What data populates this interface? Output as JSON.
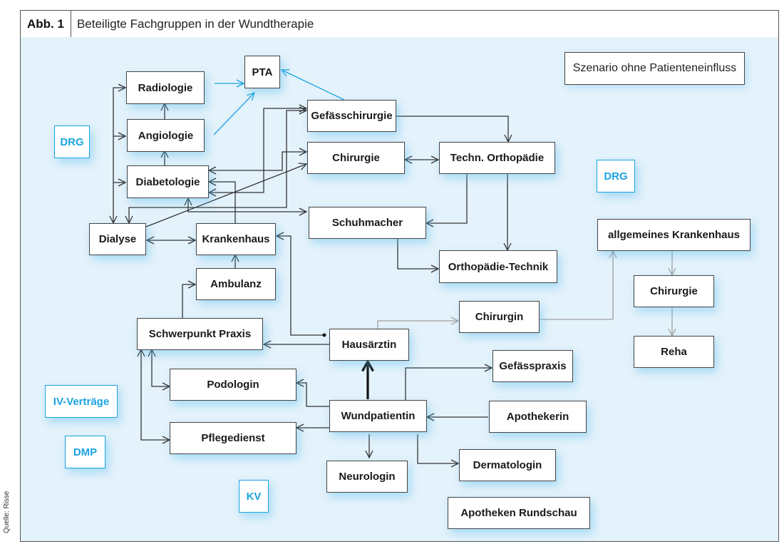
{
  "figure": {
    "label": "Abb. 1",
    "title": "Beteiligte Fachgruppen in der Wundtherapie",
    "source": "Quelle: Risse",
    "scenario_label": "Szenario ohne Patienteneinfluss"
  },
  "colors": {
    "background": "#e4f2fb",
    "box_border": "#444444",
    "accent_blue": "#1aa3e0",
    "gray_connector": "#a0a0a0",
    "text": "#1a1a1a"
  },
  "nodes": {
    "pta": "PTA",
    "radiologie": "Radiologie",
    "angiologie": "Angiologie",
    "diabetologie": "Diabetologie",
    "dialyse": "Dialyse",
    "krankenhaus": "Krankenhaus",
    "ambulanz": "Ambulanz",
    "schwerpunkt_praxis": "Schwerpunkt Praxis",
    "gefaesschirurgie": "Gefässchirurgie",
    "chirurgie": "Chirurgie",
    "techn_orthopaedie": "Techn. Orthopädie",
    "schuhmacher": "Schuhmacher",
    "orthopaedie_technik": "Orthopädie-Technik",
    "allgemeines_krankenhaus": "allgemeines Krankenhaus",
    "chirurgie_2": "Chirurgie",
    "reha": "Reha",
    "chirurgin": "Chirurgin",
    "hausaerztin": "Hausärztin",
    "gefaesspraxis": "Gefässpraxis",
    "podologin": "Podologin",
    "wundpatientin": "Wundpatientin",
    "apothekerin": "Apothekerin",
    "pflegedienst": "Pflegedienst",
    "neurologin": "Neurologin",
    "dermatologin": "Dermatologin",
    "apotheken_rundschau": "Apotheken Rundschau"
  },
  "tags": {
    "drg_left": "DRG",
    "drg_right": "DRG",
    "iv_vertraege": "IV-Verträge",
    "dmp": "DMP",
    "kv": "KV"
  },
  "edges": [
    {
      "from": "Radiologie",
      "to": "PTA",
      "style": "blue"
    },
    {
      "from": "Angiologie",
      "to": "PTA",
      "style": "blue"
    },
    {
      "from": "Gefässchirurgie",
      "to": "PTA",
      "style": "blue"
    },
    {
      "from": "Angiologie",
      "to": "Radiologie",
      "style": "black"
    },
    {
      "from": "Diabetologie",
      "to": "Angiologie",
      "style": "black"
    },
    {
      "from": "Dialyse",
      "to": "Radiologie",
      "style": "black"
    },
    {
      "from": "Dialyse",
      "to": "Angiologie",
      "style": "black"
    },
    {
      "from": "Dialyse",
      "to": "Diabetologie",
      "style": "black"
    },
    {
      "from": "Dialyse",
      "to": "Krankenhaus",
      "style": "black",
      "bidirectional": true
    },
    {
      "from": "Dialyse",
      "to": "Chirurgie",
      "style": "black"
    },
    {
      "from": "Diabetologie",
      "to": "Gefässchirurgie",
      "style": "black",
      "bidirectional": true
    },
    {
      "from": "Diabetologie",
      "to": "Chirurgie",
      "style": "black",
      "bidirectional": true
    },
    {
      "from": "Diabetologie",
      "to": "Schuhmacher",
      "style": "black",
      "bidirectional": true
    },
    {
      "from": "Gefässchirurgie",
      "to": "Dialyse",
      "style": "black"
    },
    {
      "from": "Krankenhaus",
      "to": "Diabetologie",
      "style": "black"
    },
    {
      "from": "Ambulanz",
      "to": "Krankenhaus",
      "style": "black"
    },
    {
      "from": "Schwerpunkt Praxis",
      "to": "Ambulanz",
      "style": "black"
    },
    {
      "from": "Hausärztin",
      "to": "Krankenhaus",
      "style": "black"
    },
    {
      "from": "Hausärztin",
      "to": "Schwerpunkt Praxis",
      "style": "black"
    },
    {
      "from": "Gefässchirurgie",
      "to": "Techn. Orthopädie",
      "style": "black"
    },
    {
      "from": "Chirurgie",
      "to": "Techn. Orthopädie",
      "style": "black",
      "bidirectional": true
    },
    {
      "from": "Techn. Orthopädie",
      "to": "Schuhmacher",
      "style": "black"
    },
    {
      "from": "Techn. Orthopädie",
      "to": "Orthopädie-Technik",
      "style": "black"
    },
    {
      "from": "Schuhmacher",
      "to": "Orthopädie-Technik",
      "style": "black"
    },
    {
      "from": "Hausärztin",
      "to": "Chirurgin",
      "style": "gray"
    },
    {
      "from": "Chirurgin",
      "to": "allgemeines Krankenhaus",
      "style": "gray"
    },
    {
      "from": "allgemeines Krankenhaus",
      "to": "Chirurgie",
      "style": "gray"
    },
    {
      "from": "Chirurgie",
      "to": "Reha",
      "style": "gray"
    },
    {
      "from": "Wundpatientin",
      "to": "Hausärztin",
      "style": "bold"
    },
    {
      "from": "Wundpatientin",
      "to": "Gefässpraxis",
      "style": "black"
    },
    {
      "from": "Wundpatientin",
      "to": "Podologin",
      "style": "black"
    },
    {
      "from": "Wundpatientin",
      "to": "Pflegedienst",
      "style": "black"
    },
    {
      "from": "Apothekerin",
      "to": "Wundpatientin",
      "style": "black"
    },
    {
      "from": "Wundpatientin",
      "to": "Neurologin",
      "style": "black"
    },
    {
      "from": "Wundpatientin",
      "to": "Dermatologin",
      "style": "black"
    },
    {
      "from": "Schwerpunkt Praxis",
      "to": "Podologin",
      "style": "black",
      "bidirectional": true
    },
    {
      "from": "Schwerpunkt Praxis",
      "to": "Pflegedienst",
      "style": "black",
      "bidirectional": true
    }
  ]
}
